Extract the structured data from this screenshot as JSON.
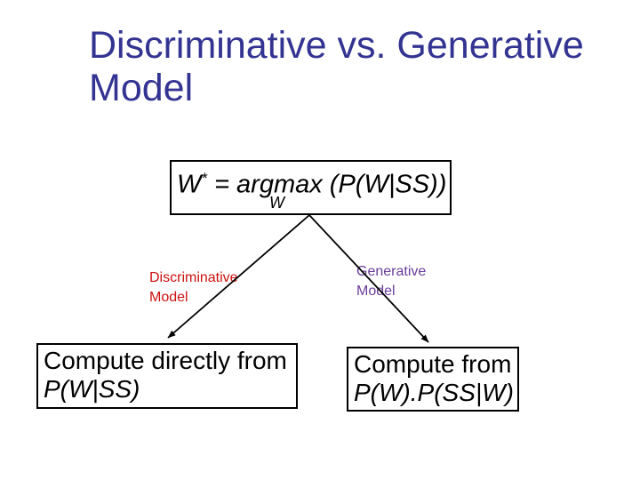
{
  "colors": {
    "background": "#ffffff",
    "title": "#333392",
    "discriminative": "#cc1111",
    "generative": "#6a3d9b",
    "line": "#000000",
    "box_border": "#000000"
  },
  "title": {
    "line1": "Discriminative vs. Generative",
    "line2": "Model"
  },
  "formula": {
    "lhs": "W",
    "sup": "*",
    "rhs": "= argmax (P(W|SS))",
    "sub": "W"
  },
  "labels": {
    "left": {
      "line1": "Discriminative",
      "line2": "Model"
    },
    "right": {
      "line1": "Generative",
      "line2": "Model"
    }
  },
  "boxes": {
    "left": {
      "line1": "Compute directly from",
      "line2": "P(W|SS)"
    },
    "right": {
      "line1": "Compute from",
      "line2": "P(W).P(SS|W)"
    }
  }
}
